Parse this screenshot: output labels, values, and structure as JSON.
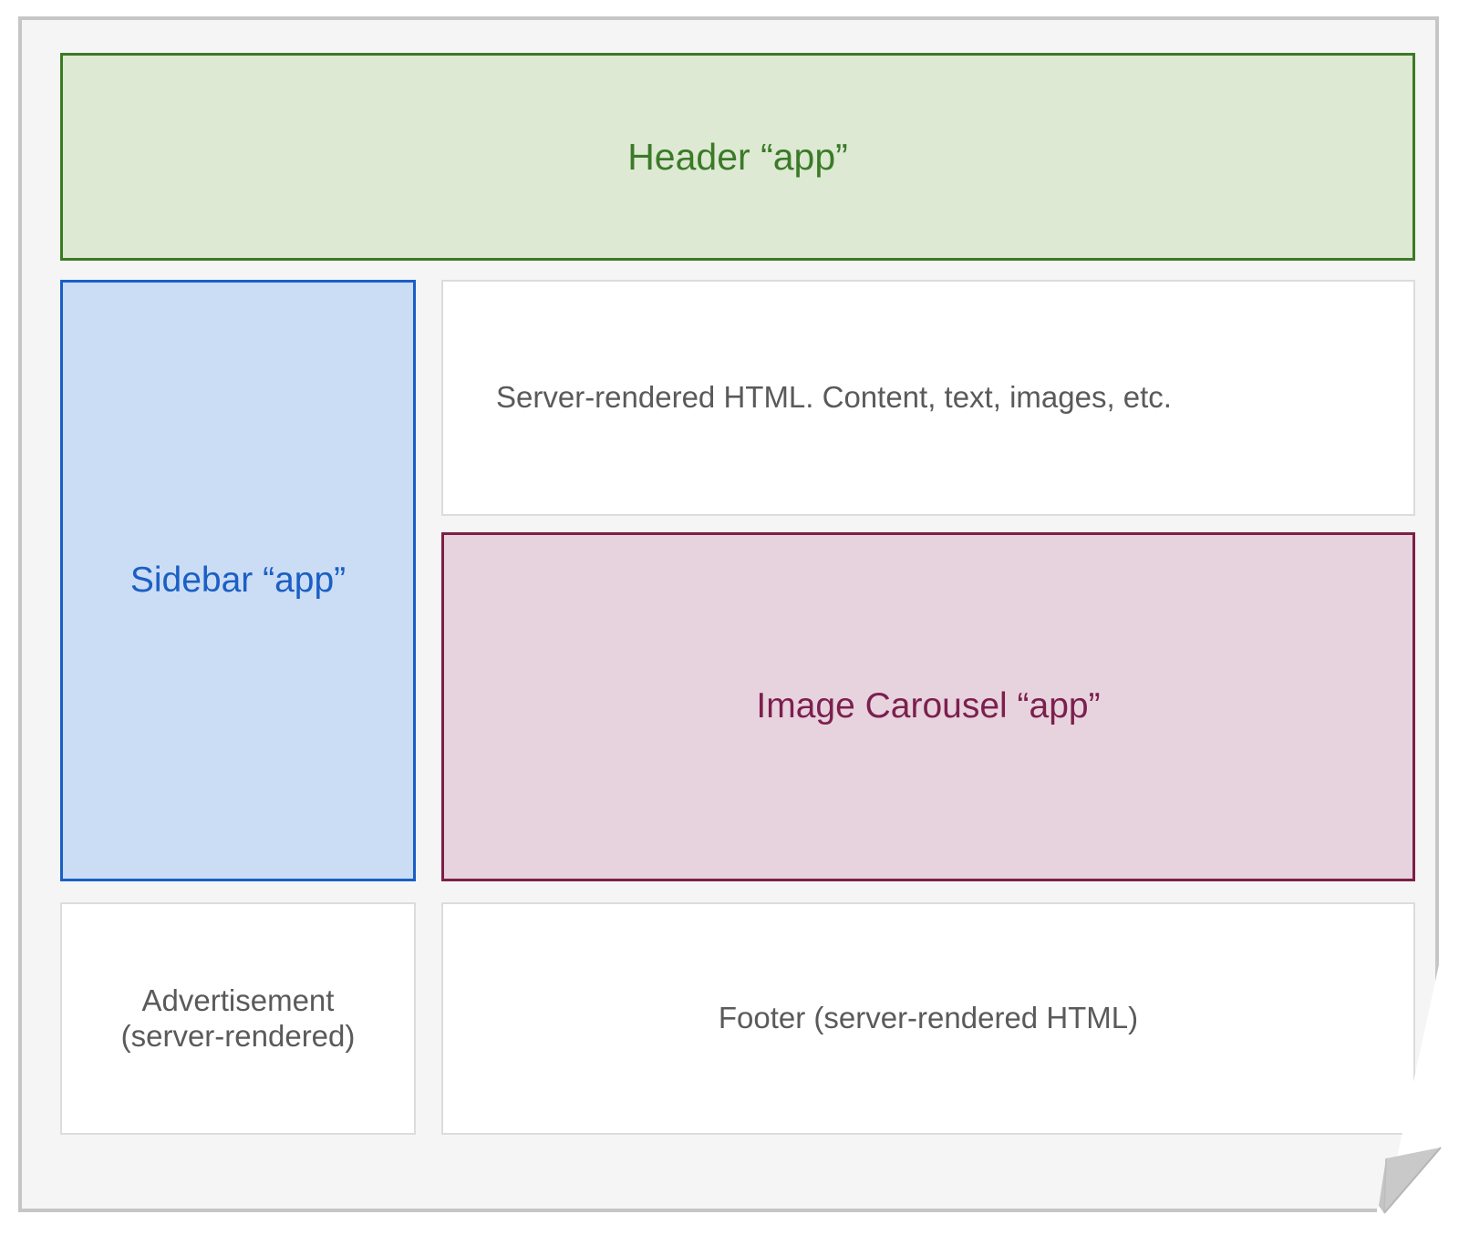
{
  "diagram": {
    "title": "Micro-frontend page composition diagram",
    "frame": {
      "background_color": "#f5f5f5",
      "border_color": "#c6c6c6",
      "corner_fold_color": "#c4c4c4"
    },
    "blocks": [
      {
        "id": "header-app",
        "label": "Header “app”",
        "kind": "app",
        "fill_color": "#dde9d3",
        "border_color": "#3b7a24",
        "text_color": "#3b7a28"
      },
      {
        "id": "sidebar-app",
        "label": "Sidebar “app”",
        "kind": "app",
        "fill_color": "#cbdcf5",
        "border_color": "#1a5fc4",
        "text_color": "#1a5fc4"
      },
      {
        "id": "content-block",
        "label": "Server-rendered HTML. Content, text, images, etc.",
        "kind": "server-rendered",
        "fill_color": "#ffffff",
        "border_color": "#dcdcdc",
        "text_color": "#5a5a5a"
      },
      {
        "id": "carousel-app",
        "label": "Image Carousel “app”",
        "kind": "app",
        "fill_color": "#e7d3de",
        "border_color": "#7c1f47",
        "text_color": "#7c1f4e"
      },
      {
        "id": "ad-block",
        "label": "Advertisement\n(server-rendered)",
        "kind": "server-rendered",
        "fill_color": "#ffffff",
        "border_color": "#dcdcdc",
        "text_color": "#5a5a5a"
      },
      {
        "id": "footer-block",
        "label": "Footer (server-rendered HTML)",
        "kind": "server-rendered",
        "fill_color": "#ffffff",
        "border_color": "#dcdcdc",
        "text_color": "#5a5a5a"
      }
    ]
  }
}
